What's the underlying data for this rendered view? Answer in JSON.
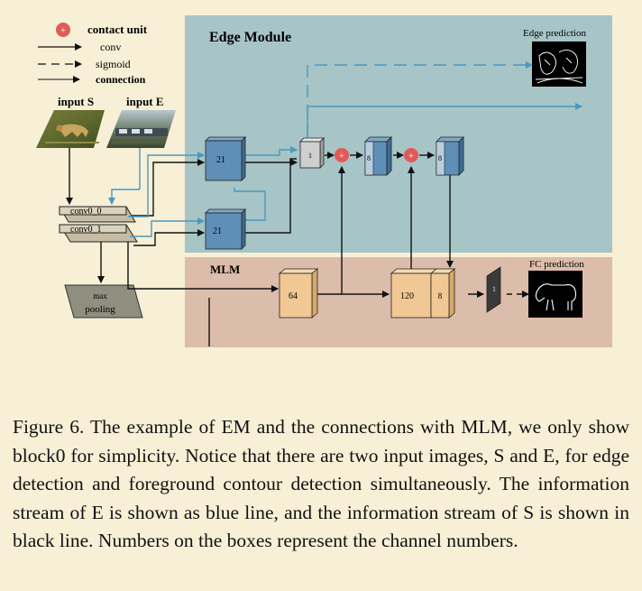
{
  "legend": {
    "contact_unit": "contact unit",
    "conv": "conv",
    "sigmoid": "sigmoid",
    "connection": "connection",
    "contact_symbol": "+"
  },
  "inputs": {
    "s_label": "input S",
    "e_label": "input E"
  },
  "edge_module": {
    "title": "Edge Module",
    "prediction_label": "Edge prediction"
  },
  "mlm": {
    "title": "MLM",
    "prediction_label": "FC prediction"
  },
  "layers": {
    "conv0_0": "conv0_0",
    "conv0_1": "conv0_1",
    "max_pooling_top": "max",
    "max_pooling_bottom": "pooling"
  },
  "channels": {
    "em_21_a": "21",
    "em_21_b": "21",
    "em_1": "1",
    "em_8_a": "8",
    "em_8_b": "8",
    "mlm_64": "64",
    "mlm_120": "120",
    "mlm_8": "8",
    "mlm_1": "1"
  },
  "colors": {
    "background": "#f7f0d6",
    "edge_module_bg": "#a7c4c6",
    "mlm_bg": "#dcbcaa",
    "em_box": "#5f8fb6",
    "mlm_box": "#f1c894",
    "blue_line": "#4b98bf",
    "contact_red": "#e05a5a"
  },
  "caption": "Figure 6. The example of EM and the connections with MLM, we only show block0 for simplicity. Notice that there are two input images, S and E, for edge detection and foreground contour detection simultaneously. The information stream of E is shown as blue line, and the information stream of S is shown in black line. Numbers on the boxes represent the channel numbers."
}
